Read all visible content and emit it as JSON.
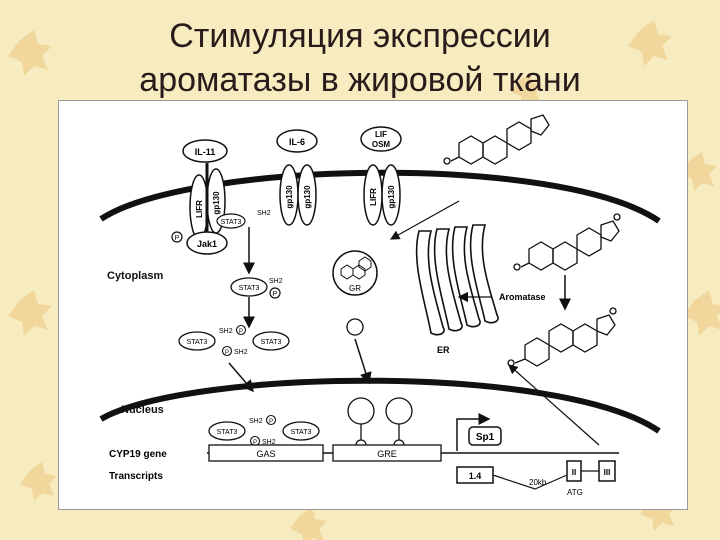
{
  "title_line1": "Стимуляция экспрессии",
  "title_line2": "ароматазы в жировой ткани",
  "cytokines": {
    "il11": "IL-11",
    "il6": "IL-6",
    "lif": "LIF",
    "osm": "OSM"
  },
  "receptors": {
    "lifr": "LIFR",
    "gp130": "gp130"
  },
  "signaling": {
    "stat3": "STAT3",
    "sh2": "SH2",
    "p": "P",
    "jak1": "Jak1",
    "gr": "GR",
    "er": "ER",
    "aromatase": "Aromatase",
    "sp1": "Sp1"
  },
  "compartments": {
    "cytoplasm": "Cytoplasm",
    "nucleus": "Nucleus"
  },
  "gene": {
    "label": "CYP19 gene",
    "transcripts": "Transcripts",
    "gas": "GAS",
    "gre": "GRE",
    "promoter_14": "1.4",
    "distance": "20kb",
    "exon_ii": "II",
    "exon_iii": "III",
    "atg": "ATG"
  },
  "colors": {
    "slide_bg": "#f6ecc0",
    "title": "#2a1a1a",
    "ink": "#111111",
    "leaf": "#e8b15a"
  }
}
